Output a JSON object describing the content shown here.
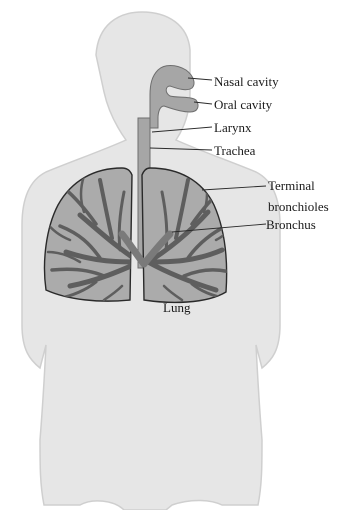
{
  "labels": {
    "nasal_cavity": "Nasal cavity",
    "oral_cavity": "Oral cavity",
    "larynx": "Larynx",
    "trachea": "Trachea",
    "terminal_line1": "Terminal",
    "terminal_line2": "bronchioles",
    "bronchus": "Bronchus",
    "lung": "Lung"
  },
  "colors": {
    "body_fill": "#e6e6e6",
    "body_edge": "#cfcfcf",
    "lung_fill": "#ababab",
    "lung_dark": "#6e6e6e",
    "airway": "#a6a6a6",
    "outline": "#2a2a2a"
  }
}
